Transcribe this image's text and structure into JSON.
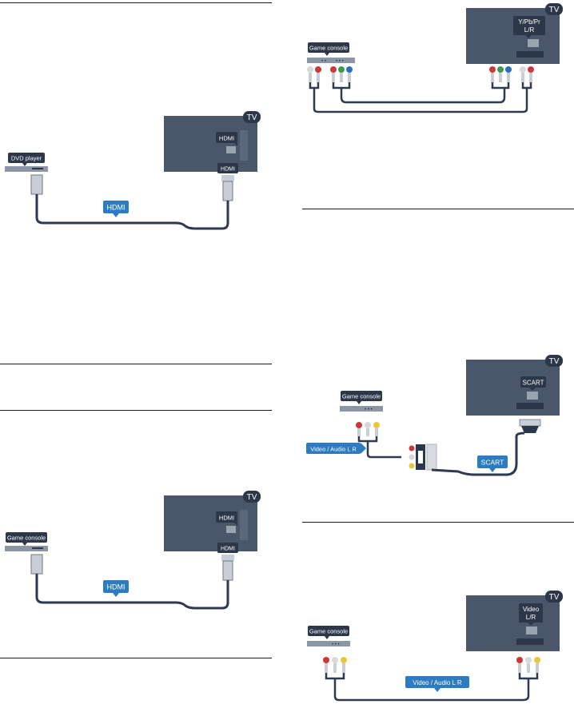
{
  "diagrams": {
    "dvd_hdmi": {
      "device_label": "DVD player",
      "tv_badge": "TV",
      "tv_port_label": "HDMI",
      "plug_label": "HDMI",
      "cable_label": "HDMI"
    },
    "console_hdmi": {
      "device_label": "Game console",
      "tv_badge": "TV",
      "tv_port_label": "HDMI",
      "plug_label": "HDMI",
      "cable_label": "HDMI"
    },
    "console_ypbpr": {
      "device_label": "Game console",
      "tv_badge": "TV",
      "tv_port_label_line1": "Y/Pb/Pr",
      "tv_port_label_line2": "L/R"
    },
    "console_scart": {
      "device_label": "Game console",
      "tv_badge": "TV",
      "tv_port_label": "SCART",
      "cable_label": "SCART",
      "adapter_label": "Video / Audio L R"
    },
    "console_video": {
      "device_label": "Game console",
      "tv_badge": "TV",
      "tv_port_label_line1": "Video",
      "tv_port_label_line2": "L/R",
      "cable_label": "Video / Audio L R"
    }
  },
  "colors": {
    "tv_body": "#4a5669",
    "cable": "#2e3a4f",
    "label_bg": "#2c3749",
    "cable_label_bg": "#2d7cc2",
    "rca_red": "#c8383c",
    "rca_white": "#d8d8d8",
    "rca_yellow": "#e8c73c",
    "rca_green": "#3a9c4a",
    "rca_blue": "#2b6fb8"
  }
}
